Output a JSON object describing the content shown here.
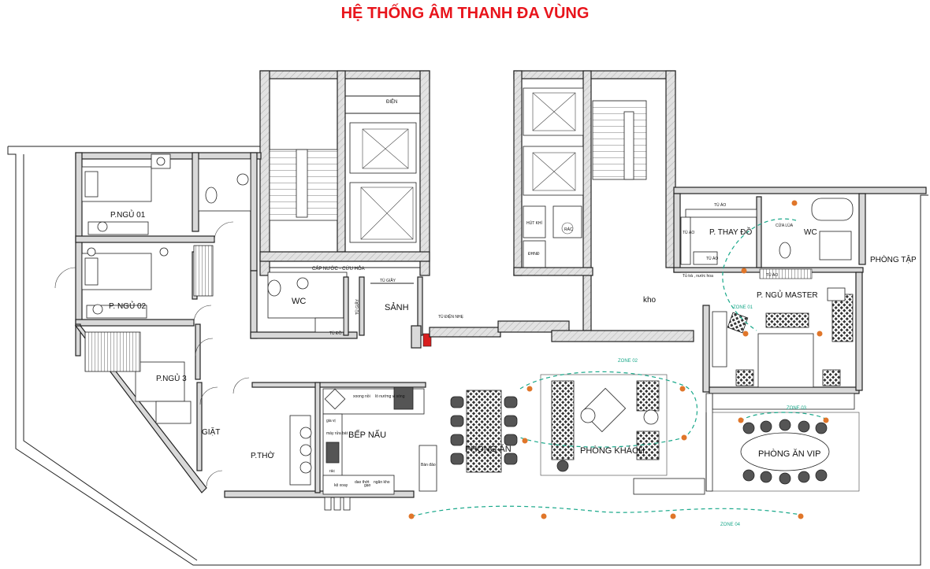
{
  "title": "HỆ THỐNG ÂM THANH ĐA VÙNG",
  "colors": {
    "title": "#e8141b",
    "zone_line": "#19a88a",
    "speaker": "#e0762a",
    "control_panel": "#d81e1e",
    "wall": "#d9d9d9"
  },
  "rooms": {
    "p_ngu_01": "P.NGỦ 01",
    "p_ngu_02": "P. NGỦ 02",
    "p_ngu_3": "P.NGỦ 3",
    "giat": "GIẶT",
    "p_tho": "P.THỜ",
    "bep_nau": "BẾP NẤU",
    "phong_an": "PHÒNG ĂN",
    "phong_khach": "PHÒNG KHÁCH",
    "phong_an_vip": "PHÒNG ĂN VIP",
    "p_ngu_master": "P. NGỦ MASTER",
    "p_thay_do": "P. THAY ĐỒ",
    "phong_tap": "PHÒNG TẬP",
    "kho": "kho",
    "sanh": "SẢNH",
    "wc_left": "WC",
    "wc_right": "WC"
  },
  "small_labels": {
    "dien": "ĐIỆN",
    "cap_nuoc": "CẤP NƯỚC - CỨU HỎA",
    "tu_giay_1": "TỦ GIẦY",
    "tu_giay_2": "TỦ GIẦY",
    "tu_do": "TỦ ĐỒ",
    "tu_dien_nhe": "TỦ ĐIỆN NHẸ",
    "hut_khi": "HÚT KHÍ",
    "rac_1": "RÁC",
    "dhnd": "ĐHNĐ",
    "tu_ao_1": "TỦ ÁO",
    "tu_ao_2": "TỦ ÁO",
    "tu_ao_3": "TỦ ÁO",
    "tu_ao_4": "TỦ ÁO",
    "cua_lua": "CỬA LÙA",
    "tu_nuoc_hoa": "Tủ trà , nước hoa",
    "xoong_noi": "xoong nồi",
    "tu_nuong": "lò nướng vi sóng",
    "gia_vi": "gia vị",
    "may_rua_bat": "máy rửa bát",
    "rac_2": "rác",
    "ke_xoay": "kệ xoay",
    "dao_thot": "dao thớt",
    "gao": "gạo",
    "ngam_kho": "ngăn kho",
    "ban_dao": "Bàn đảo"
  },
  "zones": {
    "z1": "ZONE 01",
    "z2": "ZONE 02",
    "z3": "ZONE 03",
    "z4": "ZONE 04"
  }
}
